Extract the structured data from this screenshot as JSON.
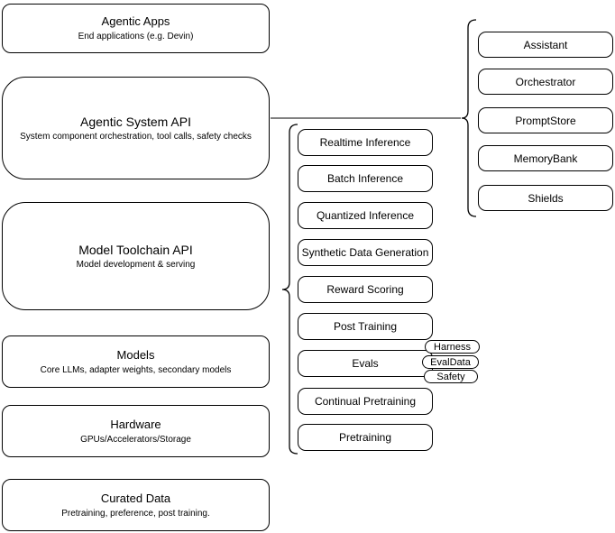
{
  "layers": [
    {
      "title": "Agentic Apps",
      "subtitle": "End applications (e.g. Devin)"
    },
    {
      "title": "Agentic System API",
      "subtitle": "System component orchestration, tool calls, safety checks"
    },
    {
      "title": "Model Toolchain API",
      "subtitle": "Model development & serving"
    },
    {
      "title": "Models",
      "subtitle": "Core LLMs, adapter weights, secondary models"
    },
    {
      "title": "Hardware",
      "subtitle": "GPUs/Accelerators/Storage"
    },
    {
      "title": "Curated Data",
      "subtitle": "Pretraining, preference, post training."
    }
  ],
  "toolchain_items": [
    "Realtime Inference",
    "Batch Inference",
    "Quantized Inference",
    "Synthetic Data Generation",
    "Reward Scoring",
    "Post Training",
    "Evals",
    "Continual Pretraining",
    "Pretraining"
  ],
  "eval_tags": [
    "Harness",
    "EvalData",
    "Safety"
  ],
  "system_components": [
    "Assistant",
    "Orchestrator",
    "PromptStore",
    "MemoryBank",
    "Shields"
  ],
  "colors": {
    "stroke": "#000000",
    "fill": "#ffffff",
    "text": "#000000"
  }
}
